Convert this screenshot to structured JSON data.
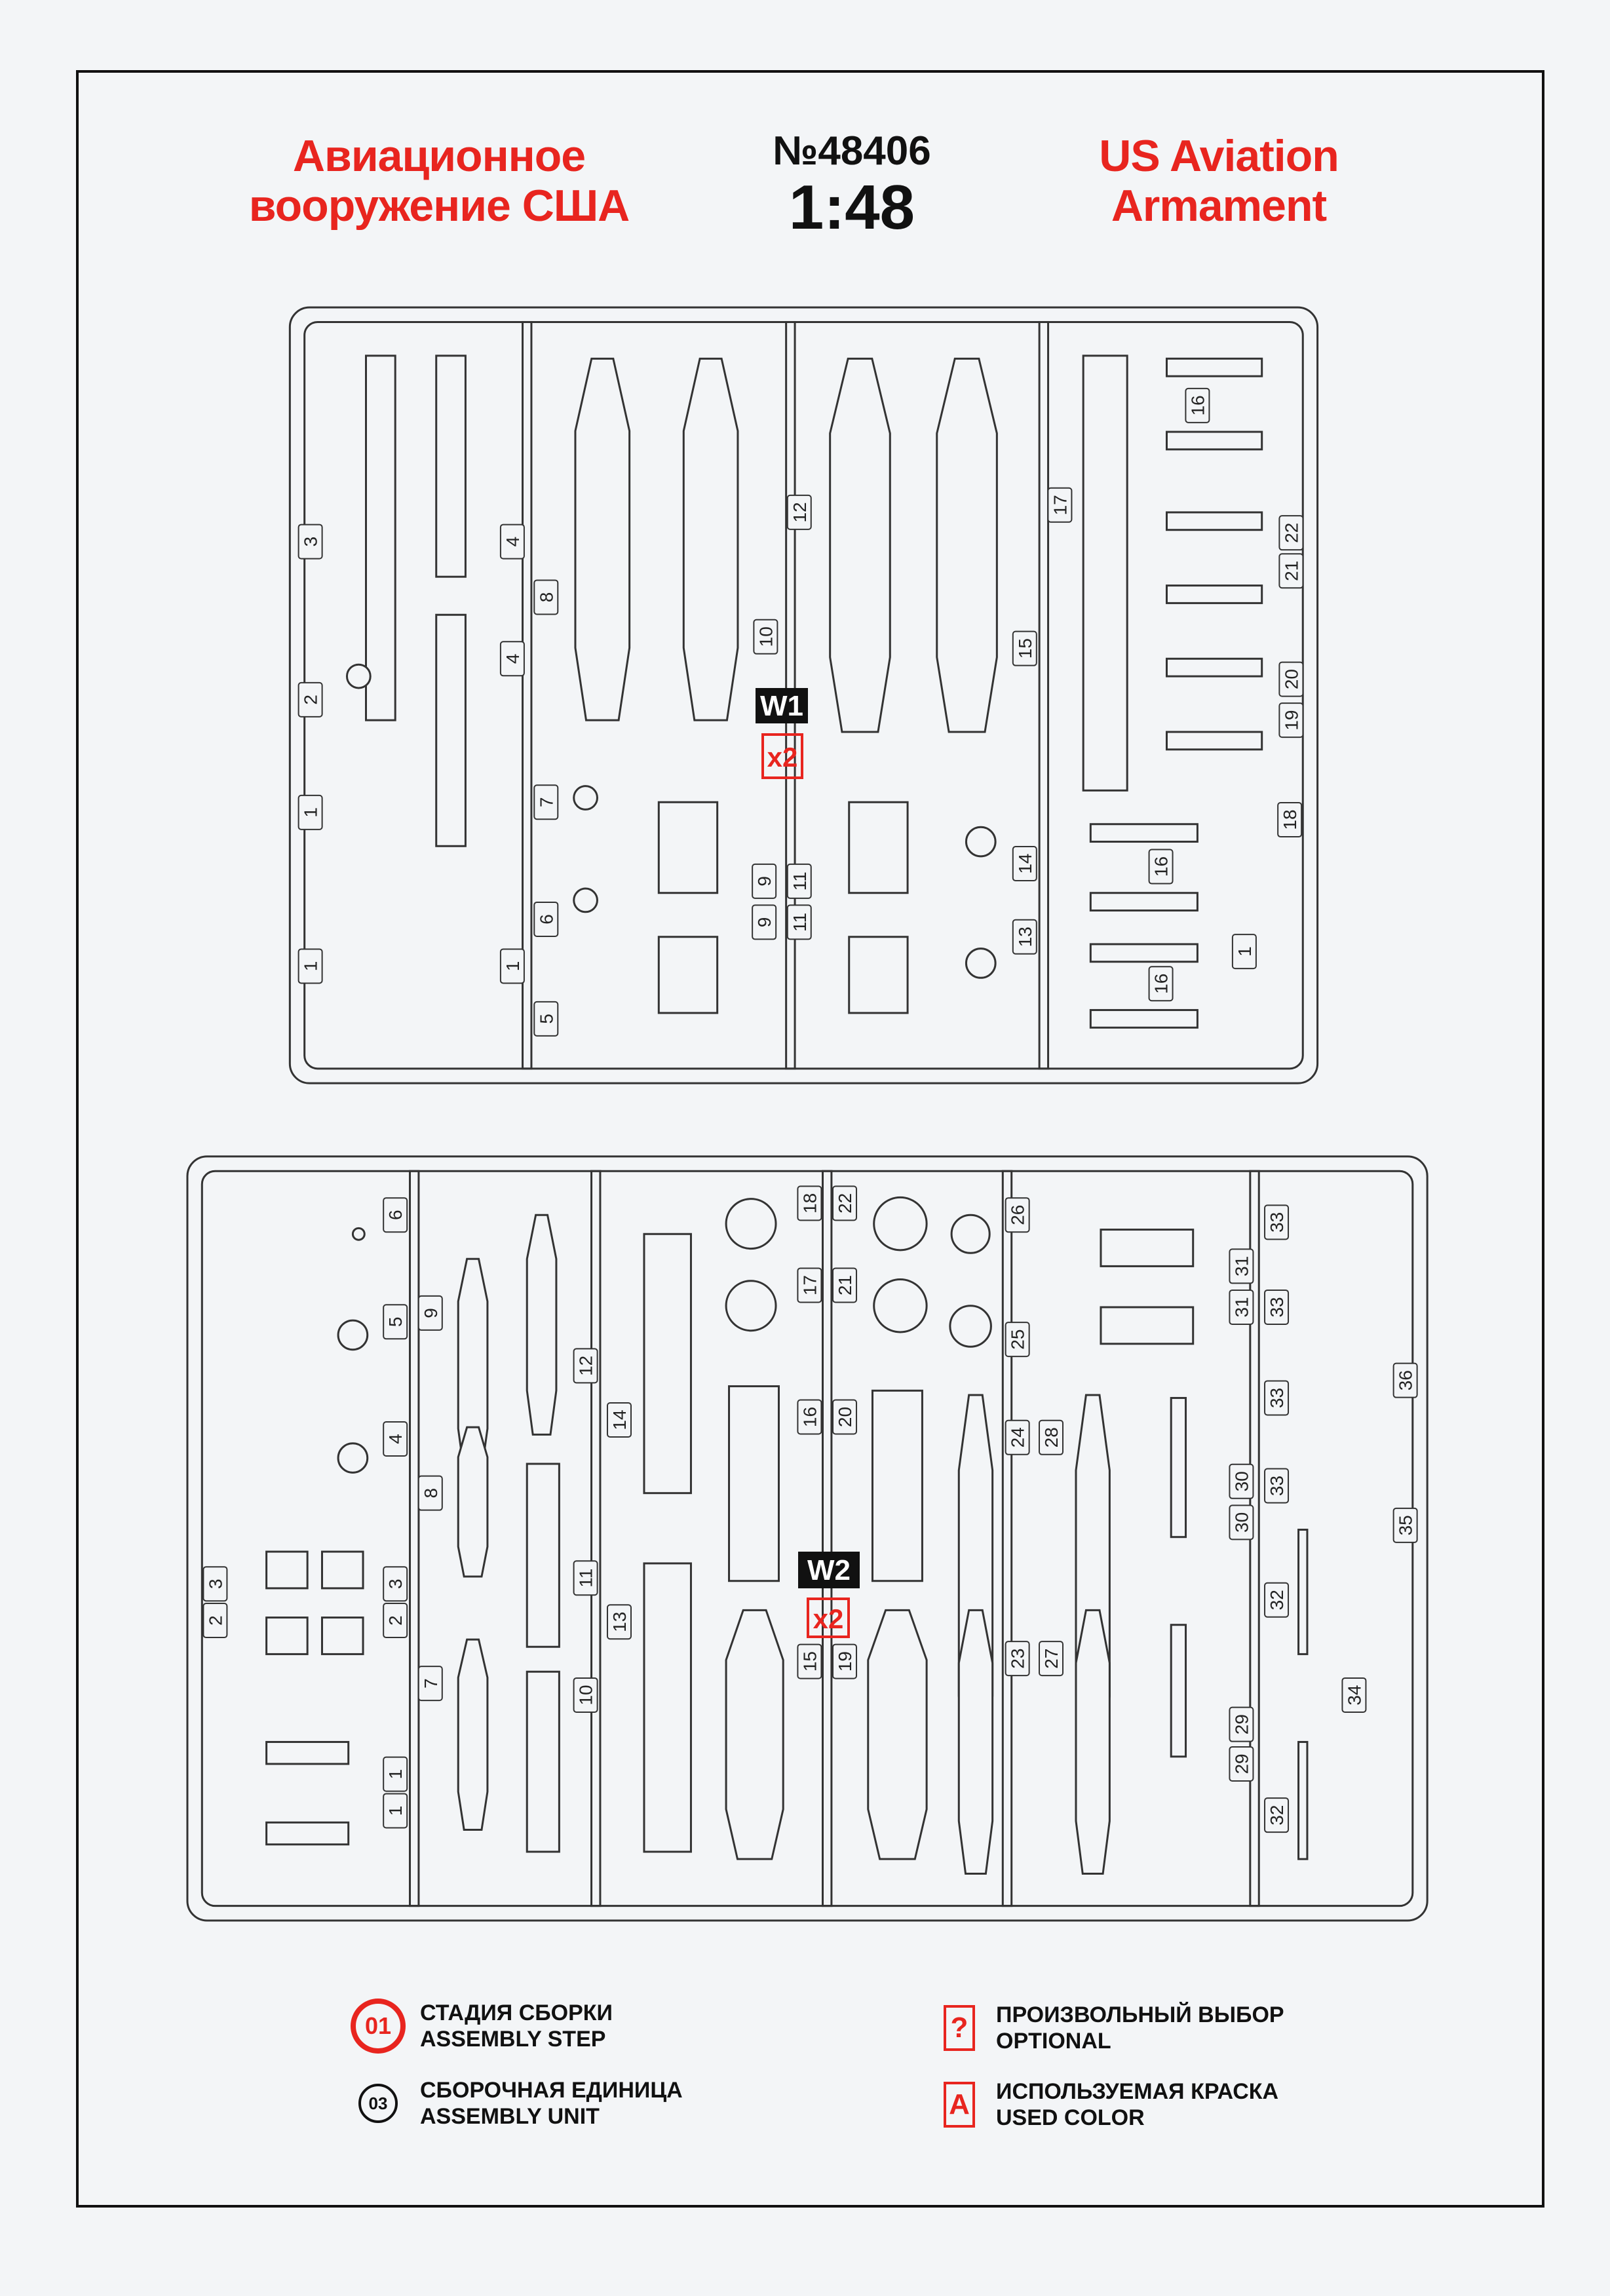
{
  "header": {
    "title_ru_line1": "Авиационное",
    "title_ru_line2": "вооружение США",
    "kit_number": "№48406",
    "scale": "1:48",
    "title_en_line1": "US Aviation",
    "title_en_line2": "Armament"
  },
  "sprue_w1": {
    "label": "W1",
    "quantity": "x2",
    "part_numbers": [
      "3",
      "4",
      "4",
      "2",
      "1",
      "1",
      "1",
      "8",
      "7",
      "6",
      "5",
      "12",
      "10",
      "9",
      "9",
      "11",
      "11",
      "17",
      "15",
      "14",
      "13",
      "16",
      "22",
      "21",
      "20",
      "19",
      "18",
      "16",
      "16",
      "1"
    ]
  },
  "sprue_w2": {
    "label": "W2",
    "quantity": "x2",
    "part_numbers": [
      "6",
      "5",
      "4",
      "9",
      "8",
      "7",
      "3",
      "2",
      "3",
      "2",
      "1",
      "1",
      "12",
      "14",
      "11",
      "13",
      "10",
      "18",
      "22",
      "17",
      "21",
      "16",
      "20",
      "15",
      "19",
      "26",
      "25",
      "24",
      "28",
      "23",
      "27",
      "33",
      "31",
      "31",
      "33",
      "33",
      "30",
      "30",
      "33",
      "32",
      "29",
      "29",
      "32",
      "36",
      "35",
      "34"
    ]
  },
  "legend": {
    "assembly_step": {
      "icon_text": "01",
      "ru": "СТАДИЯ СБОРКИ",
      "en": "ASSEMBLY STEP"
    },
    "assembly_unit": {
      "icon_text": "03",
      "ru": "СБОРОЧНАЯ ЕДИНИЦА",
      "en": "ASSEMBLY UNIT"
    },
    "optional": {
      "icon_text": "?",
      "ru": "ПРОИЗВОЛЬНЫЙ ВЫБОР",
      "en": "OPTIONAL"
    },
    "used_color": {
      "icon_text": "A",
      "ru": "ИСПОЛЬЗУЕМАЯ КРАСКА",
      "en": "USED COLOR"
    }
  },
  "colors": {
    "accent_red": "#e8251f",
    "ink": "#111111",
    "paper": "#f3f5f7"
  }
}
